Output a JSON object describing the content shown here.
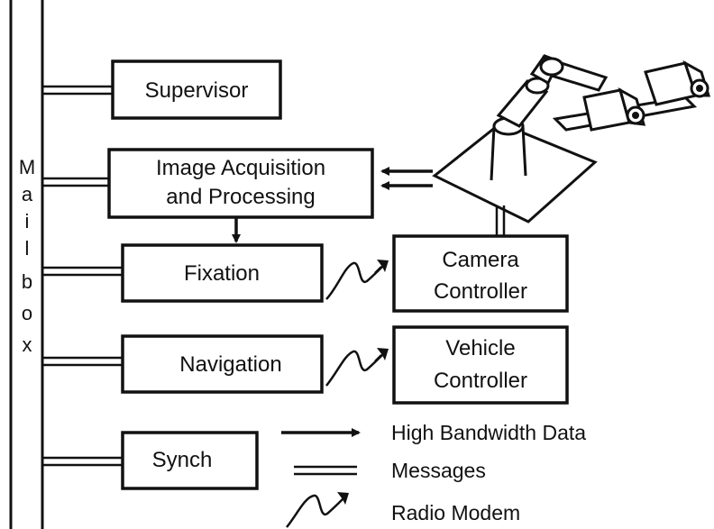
{
  "diagram": {
    "mailbox_letters": [
      "M",
      "a",
      "i",
      "l",
      "b",
      "o",
      "x"
    ],
    "boxes": {
      "supervisor": "Supervisor",
      "image_line1": "Image Acquisition",
      "image_line2": "and Processing",
      "fixation": "Fixation",
      "navigation": "Navigation",
      "synch": "Synch",
      "camera_line1": "Camera",
      "camera_line2": "Controller",
      "vehicle_line1": "Vehicle",
      "vehicle_line2": "Controller"
    },
    "legend": {
      "high_bandwidth": "High Bandwidth Data",
      "messages": "Messages",
      "radio_modem": "Radio Modem"
    }
  }
}
